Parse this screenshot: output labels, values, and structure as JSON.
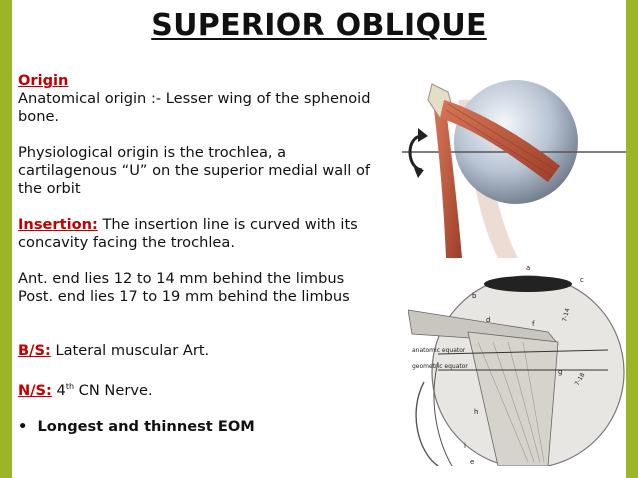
{
  "slide": {
    "title": "SUPERIOR OBLIQUE",
    "origin_heading": "Origin ",
    "origin_anatomical": "Anatomical origin :- Lesser wing of the sphenoid bone.",
    "origin_physiological": "Physiological origin is the trochlea, a cartilagenous “U” on the superior medial wall of the orbit",
    "insertion_heading": "Insertion:",
    "insertion_text": " The insertion line is curved with its concavity  facing the trochlea.",
    "ant_end": "Ant. end lies 12 to 14 mm behind the limbus",
    "post_end": "Post. end lies 17 to 19 mm behind the limbus",
    "bs_heading": "B/S:",
    "bs_text": " Lateral  muscular Art.",
    "ns_heading": "N/S:",
    "ns_text_pre": " 4",
    "ns_sup": "th",
    "ns_text_post": " CN Nerve.",
    "bullet_marker": "•",
    "bullet_text": "Longest and  thinnest EOM"
  },
  "figure_bottom_labels": {
    "a": "a",
    "b": "b",
    "c": "c",
    "d": "d",
    "e": "e",
    "f": "f",
    "g": "g",
    "h": "h",
    "i": "i",
    "anat_equator": "anatomic equator",
    "geom_equator": "geometric equator",
    "dim1": "7-14",
    "dim2": "7-18"
  },
  "colors": {
    "border": "#9cb526",
    "heading_red": "#c00000",
    "muscle": "#b5523a"
  }
}
